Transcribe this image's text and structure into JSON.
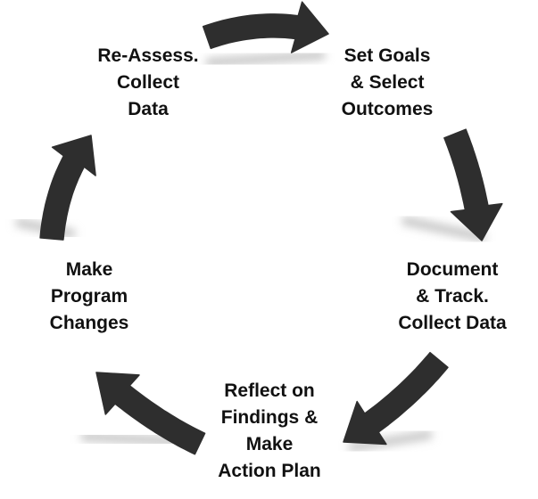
{
  "diagram": {
    "arrow_color": "#2e2e2e",
    "shadow_color": "#c6c6c6",
    "text_color": "#111111",
    "steps": [
      {
        "lines": [
          "Set Goals",
          "& Select",
          "Outcomes"
        ]
      },
      {
        "lines": [
          "Document",
          "& Track.",
          "Collect Data"
        ]
      },
      {
        "lines": [
          "Reflect on",
          "Findings &",
          "Make",
          "Action Plan"
        ]
      },
      {
        "lines": [
          "Make",
          "Program",
          "Changes"
        ]
      },
      {
        "lines": [
          "Re-Assess.",
          "Collect",
          "Data"
        ]
      }
    ]
  }
}
